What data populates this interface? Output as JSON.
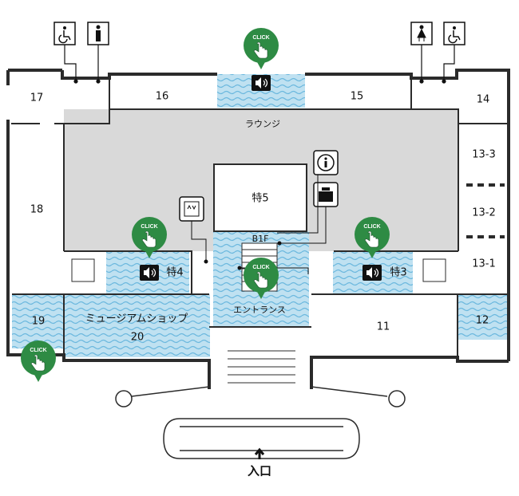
{
  "rooms": {
    "r17": "17",
    "r16": "16",
    "r15": "15",
    "r14": "14",
    "r18": "18",
    "r13_3": "13-3",
    "r13_2": "13-2",
    "r13_1": "13-1",
    "toku5": "特5",
    "toku4": "特4",
    "toku3": "特3",
    "r19": "19",
    "museum_shop": "ミュージアムショップ",
    "r20": "20",
    "r11": "11",
    "r12": "12"
  },
  "labels": {
    "lounge": "ラウンジ",
    "b1f": "B1F",
    "entrance_hall": "エントランス",
    "entrance": "入口"
  },
  "hotspots": {
    "click_label": "CLICK"
  },
  "colors": {
    "water": "#bfe1f1",
    "wave": "#6bb8de",
    "gray_hall": "#d9d9d9",
    "wall": "#2b2b2b",
    "click_green": "#2e8b44"
  },
  "icons": [
    "wheelchair-icon",
    "man-icon",
    "woman-icon",
    "speaker-icon",
    "info-icon",
    "elevator-icon",
    "locker-icon",
    "pointer-hand-icon",
    "arrow-icon"
  ]
}
